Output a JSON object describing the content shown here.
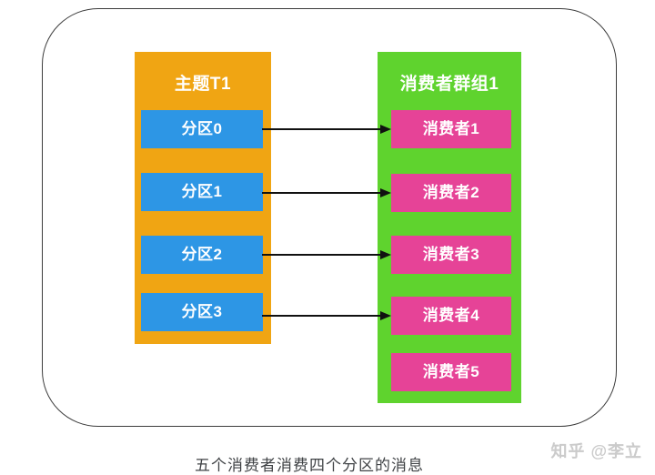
{
  "colors": {
    "topic_fill": "#F0A513",
    "partition_fill": "#2D96E5",
    "group_fill": "#5FD32E",
    "consumer_fill": "#E64397",
    "arrow": "#111111",
    "frame_border": "#3C3C3C",
    "caption_text": "#3F4245",
    "watermark_text": "#CBCBCB",
    "box_label_text": "#FFFFFF"
  },
  "diagram": {
    "topic": {
      "title": "主题T1",
      "partitions": [
        {
          "label": "分区0"
        },
        {
          "label": "分区1"
        },
        {
          "label": "分区2"
        },
        {
          "label": "分区3"
        }
      ]
    },
    "consumer_group": {
      "title": "消费者群组1",
      "consumers": [
        {
          "label": "消费者1"
        },
        {
          "label": "消费者2"
        },
        {
          "label": "消费者3"
        },
        {
          "label": "消费者4"
        },
        {
          "label": "消费者5"
        }
      ]
    },
    "arrows": [
      {
        "from": "分区0",
        "to": "消费者1"
      },
      {
        "from": "分区1",
        "to": "消费者2"
      },
      {
        "from": "分区2",
        "to": "消费者3"
      },
      {
        "from": "分区3",
        "to": "消费者4"
      }
    ]
  },
  "caption": "五个消费者消费四个分区的消息",
  "watermark": "知乎 @李立"
}
